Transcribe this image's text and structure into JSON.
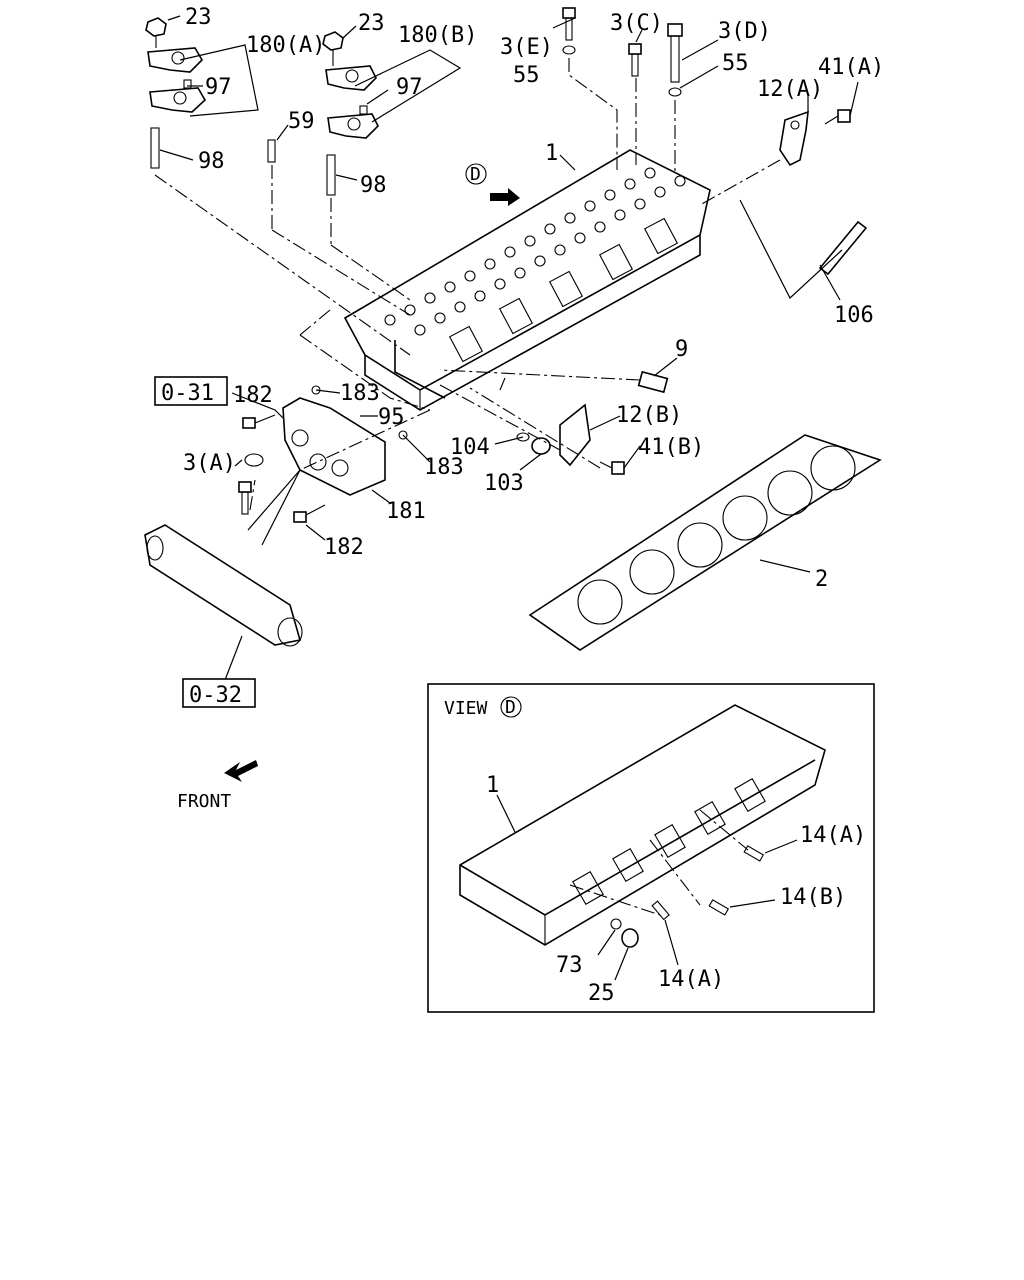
{
  "labels": {
    "p23a": "23",
    "p23b": "23",
    "p180a": "180(A)",
    "p180b": "180(B)",
    "p97a": "97",
    "p97b": "97",
    "p98a": "98",
    "p98b": "98",
    "p59": "59",
    "p3e": "3(E)",
    "p55a": "55",
    "p3c": "3(C)",
    "p3d": "3(D)",
    "p55b": "55",
    "p41a": "41(A)",
    "p12a": "12(A)",
    "p1": "1",
    "p106": "106",
    "p9": "9",
    "p031": "0-31",
    "p182a": "182",
    "p183a": "183",
    "p95": "95",
    "p104": "104",
    "p12b": "12(B)",
    "p41b": "41(B)",
    "p3a": "3(A)",
    "p183b": "183",
    "p103": "103",
    "p181": "181",
    "p182b": "182",
    "p2": "2",
    "p032": "0-32",
    "front": "FRONT",
    "view_prefix": "VIEW",
    "view_letter": "D",
    "view_marker": "D",
    "v1": "1",
    "v14a_top": "14(A)",
    "v14b": "14(B)",
    "v73": "73",
    "v25": "25",
    "v14a_bot": "14(A)"
  }
}
